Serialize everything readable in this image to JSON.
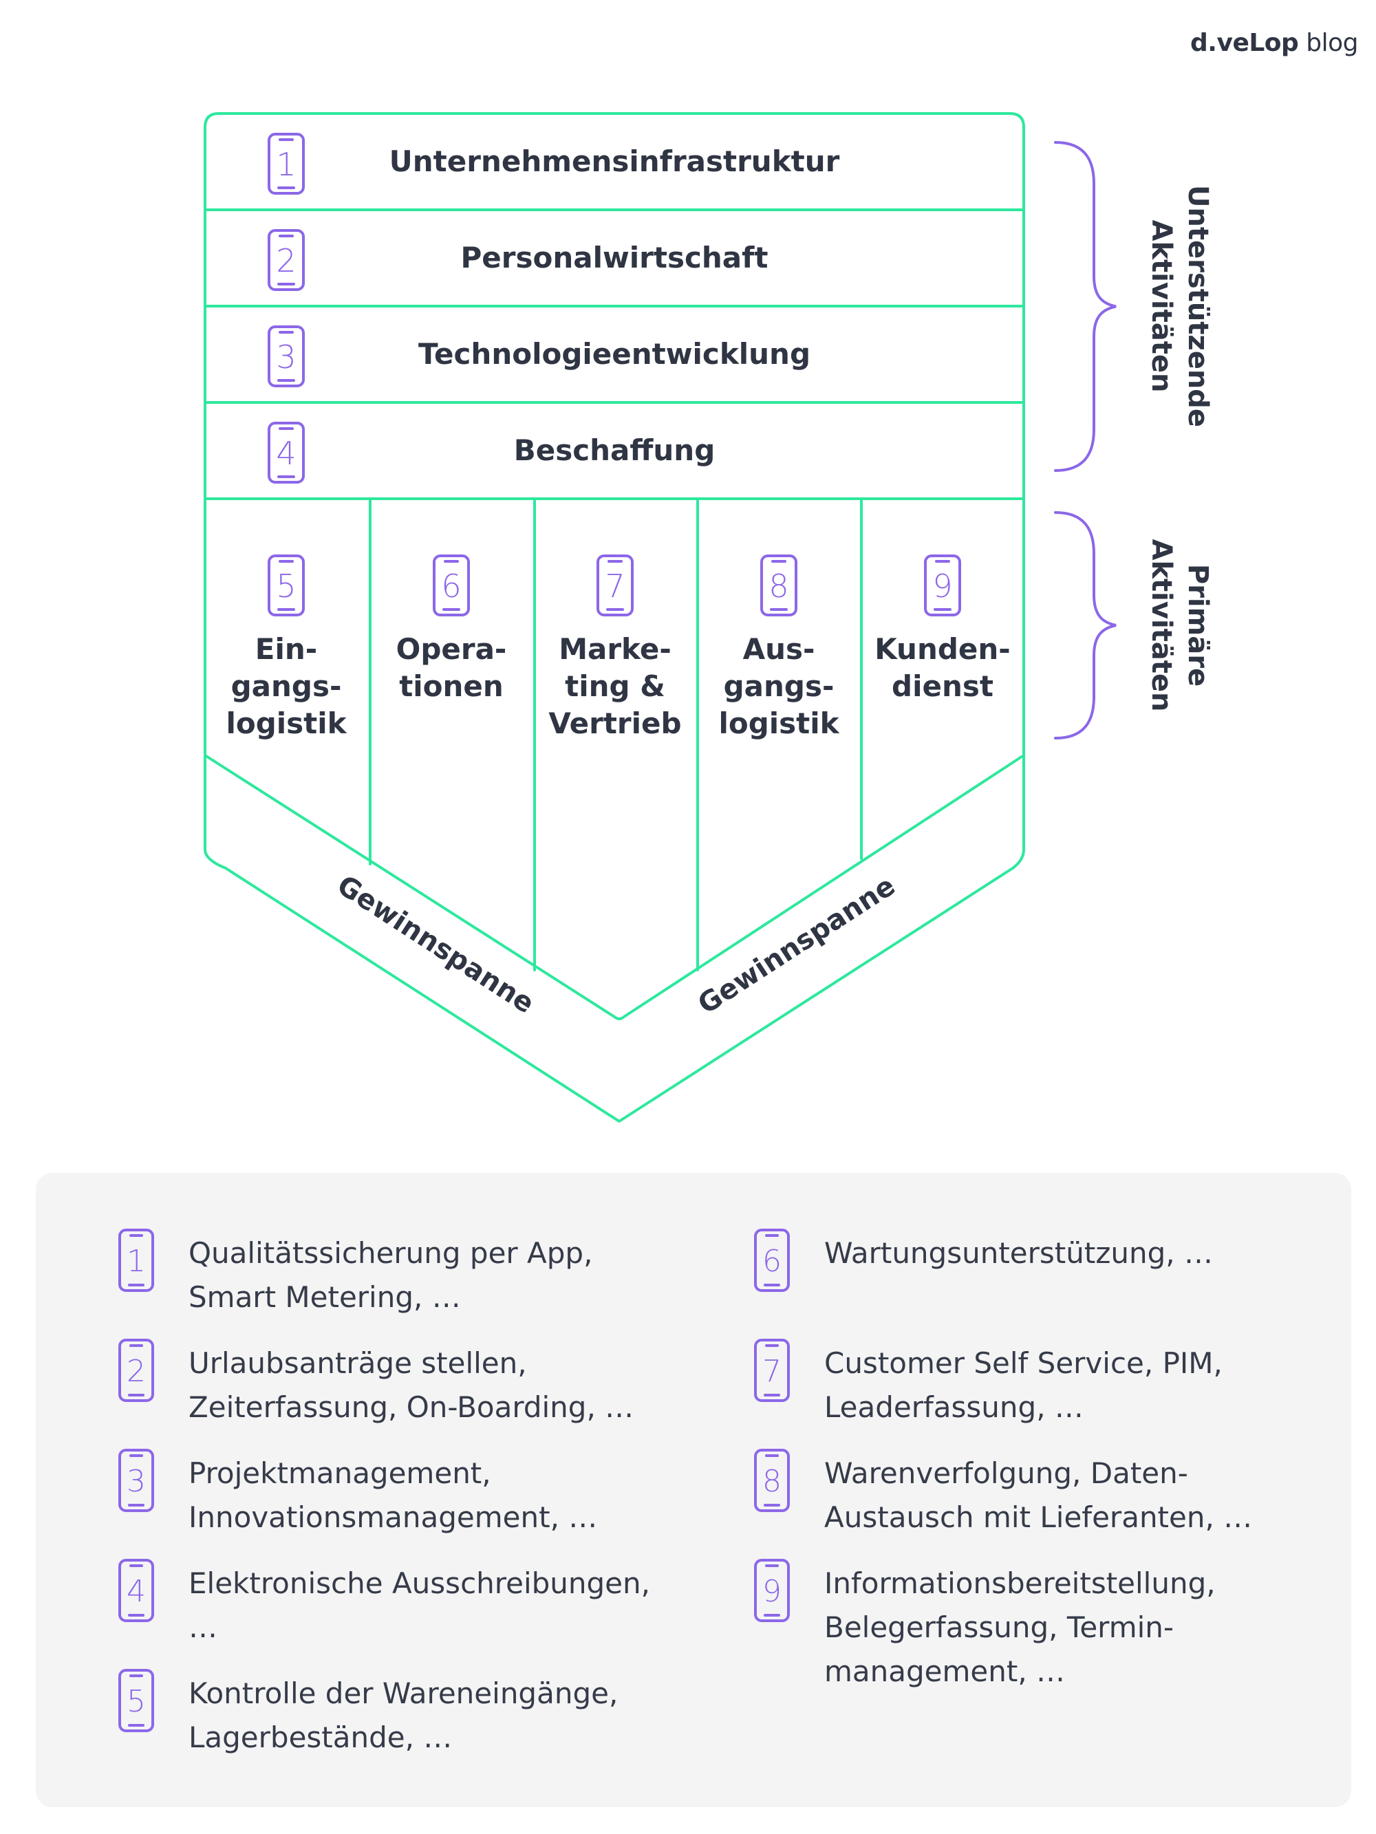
{
  "logo": {
    "brand": "d.veLop",
    "suffix": " blog"
  },
  "colors": {
    "frame": "#2ee89e",
    "accent": "#8c67e8",
    "text": "#2f3543",
    "panel": "#f4f4f5"
  },
  "support_rows": [
    {
      "number": "1",
      "label": "Unternehmensinfrastruktur"
    },
    {
      "number": "2",
      "label": "Personalwirtschaft"
    },
    {
      "number": "3",
      "label": "Technologieentwicklung"
    },
    {
      "number": "4",
      "label": "Beschaffung"
    }
  ],
  "primary_columns": [
    {
      "number": "5",
      "lines": [
        "Ein-",
        "gangs-",
        "logistik"
      ]
    },
    {
      "number": "6",
      "lines": [
        "Opera-",
        "tionen"
      ]
    },
    {
      "number": "7",
      "lines": [
        "Marke-",
        "ting &",
        "Vertrieb"
      ]
    },
    {
      "number": "8",
      "lines": [
        "Aus-",
        "gangs-",
        "logistik"
      ]
    },
    {
      "number": "9",
      "lines": [
        "Kunden-",
        "dienst"
      ]
    }
  ],
  "margin_label": "Gewinnspanne",
  "brackets": {
    "support": [
      "Unterstützende",
      "Aktivitäten"
    ],
    "primary": [
      "Primäre",
      "Aktivitäten"
    ]
  },
  "icon": "smartphone-icon",
  "legend": [
    {
      "number": "1",
      "lines": [
        "Qualitätssicherung per App,",
        "Smart Metering, …"
      ]
    },
    {
      "number": "2",
      "lines": [
        "Urlaubsanträge stellen,",
        "Zeiterfassung, On-Boarding, …"
      ]
    },
    {
      "number": "3",
      "lines": [
        "Projektmanagement,",
        "Innovationsmanagement, …"
      ]
    },
    {
      "number": "4",
      "lines": [
        "Elektronische Ausschreibungen,",
        "…"
      ]
    },
    {
      "number": "5",
      "lines": [
        "Kontrolle der Wareneingänge,",
        "Lagerbestände, …"
      ]
    },
    {
      "number": "6",
      "lines": [
        "Wartungsunterstützung, …"
      ]
    },
    {
      "number": "7",
      "lines": [
        "Customer Self Service, PIM,",
        "Leaderfassung, …"
      ]
    },
    {
      "number": "8",
      "lines": [
        "Warenverfolgung, Daten-",
        "Austausch mit Lieferanten, …"
      ]
    },
    {
      "number": "9",
      "lines": [
        "Informationsbereitstellung,",
        "Belegerfassung, Termin-",
        "management, …"
      ]
    }
  ]
}
